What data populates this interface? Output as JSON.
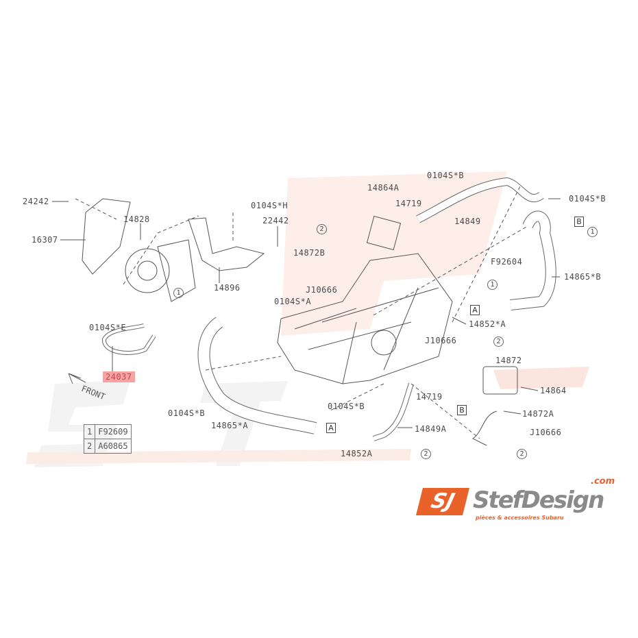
{
  "watermark": {
    "brand": "StefDesign",
    "tagline": "pièces & accessoires Subaru",
    "com": ".com"
  },
  "logo": {
    "mark": "SJ",
    "name": "StefDesign",
    "com": ".com",
    "tagline": "pièces & accessoires Subaru"
  },
  "front_label": "FRONT",
  "highlighted_part": "24037",
  "labels": [
    "24242",
    "16307",
    "14828",
    "0104S*H",
    "22442",
    "14896",
    "0104S*A",
    "0104S*E",
    "24037",
    "0104S*B",
    "14865*A",
    "14864A",
    "0104S*B",
    "14719",
    "14849",
    "0104S*B",
    "14872B",
    "J10666",
    "F92604",
    "14865*B",
    "14852*A",
    "J10666",
    "14872",
    "14864",
    "14719",
    "0104S*B",
    "14872A",
    "14849A",
    "J10666",
    "14852A"
  ],
  "refs": {
    "one": "1",
    "two": "2",
    "A": "A",
    "B": "B"
  },
  "legend": [
    {
      "ref": "1",
      "part": "F92609"
    },
    {
      "ref": "2",
      "part": "A60865"
    }
  ]
}
